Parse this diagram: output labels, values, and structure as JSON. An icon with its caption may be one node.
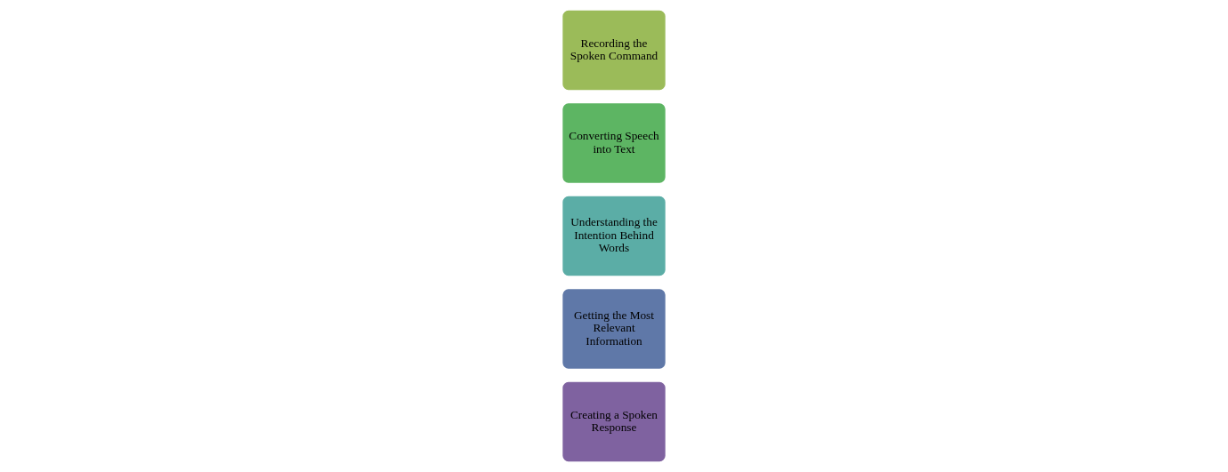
{
  "diagram": {
    "nodes": [
      {
        "text": [
          "Recording the Spoken Command"
        ]
      },
      {
        "text": [
          "Converting Speech into Text"
        ]
      },
      {
        "text": [
          "Understanding the Intention Behind Words"
        ]
      },
      {
        "text": [
          "Getting the Most Relevant Information"
        ]
      },
      {
        "text": [
          "Creating a Spoken Response"
        ]
      }
    ]
  }
}
